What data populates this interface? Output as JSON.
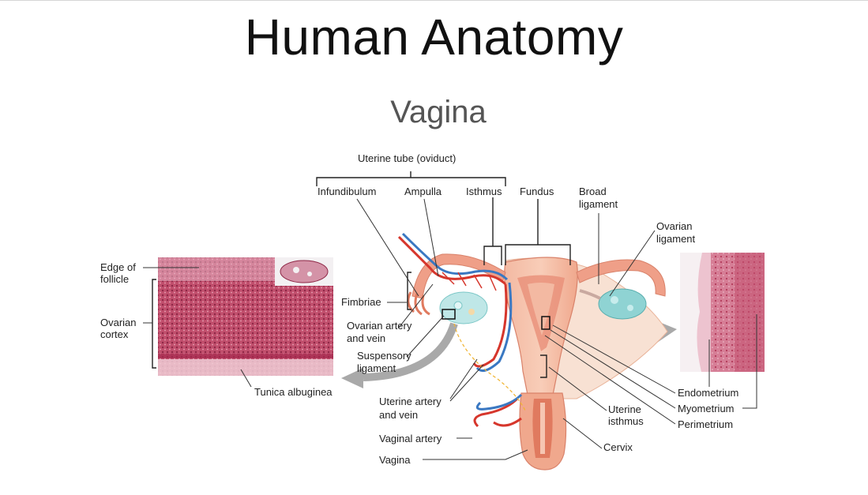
{
  "slide": {
    "title": "Human Anatomy",
    "subtitle": "Vagina"
  },
  "labels": {
    "uterine_tube": "Uterine tube (oviduct)",
    "infundibulum": "Infundibulum",
    "ampulla": "Ampulla",
    "isthmus": "Isthmus",
    "fundus": "Fundus",
    "broad_ligament_1": "Broad",
    "broad_ligament_2": "ligament",
    "ovarian_ligament_1": "Ovarian",
    "ovarian_ligament_2": "ligament",
    "edge_follicle_1": "Edge of",
    "edge_follicle_2": "follicle",
    "ovarian_cortex_1": "Ovarian",
    "ovarian_cortex_2": "cortex",
    "fimbriae": "Fimbriae",
    "ovarian_artery_1": "Ovarian artery",
    "ovarian_artery_2": "and vein",
    "suspensory_1": "Suspensory",
    "suspensory_2": "ligament",
    "tunica": "Tunica albuginea",
    "uterine_artery_1": "Uterine artery",
    "uterine_artery_2": "and vein",
    "vaginal_artery": "Vaginal artery",
    "vagina": "Vagina",
    "uterine_isthmus_1": "Uterine",
    "uterine_isthmus_2": "isthmus",
    "cervix": "Cervix",
    "endometrium": "Endometrium",
    "myometrium": "Myometrium",
    "perimetrium": "Perimetrium"
  },
  "colors": {
    "uterus": "#f2b39a",
    "uterus_dark": "#e07a5f",
    "artery": "#d6362c",
    "vein": "#3a78c2",
    "ovary": "#a8e0e0",
    "tissue": "#b23a5a",
    "broad_ligament": "#f7dccb"
  }
}
